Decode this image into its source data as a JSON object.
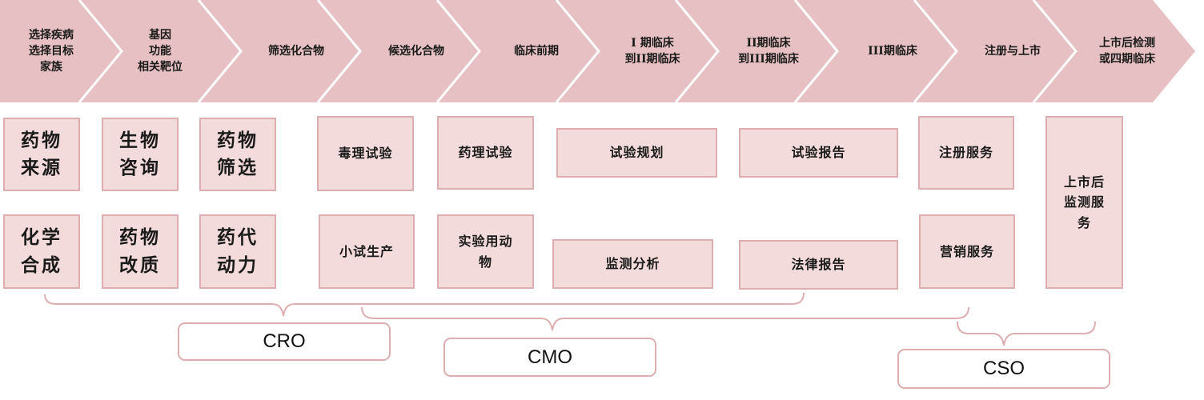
{
  "stages": [
    {
      "label": "选择疾病\n选择目标\n家族"
    },
    {
      "label": "基因\n功能\n相关靶位"
    },
    {
      "label": "筛选化合物"
    },
    {
      "label": "候选化合物"
    },
    {
      "label": "临床前期"
    },
    {
      "label": "I 期临床\n到II期临床"
    },
    {
      "label": "II期临床\n到III期临床"
    },
    {
      "label": "III期临床"
    },
    {
      "label": "注册与上市"
    },
    {
      "label": "上市后检测\n或四期临床"
    }
  ],
  "services": [
    "药物\n来源",
    "生物\n咨询",
    "药物\n筛选",
    "化学\n合成",
    "药物\n改质",
    "药代\n动力",
    "毒理试验",
    "小试生产",
    "药理试验",
    "实验用动\n物",
    "试验规划",
    "监测分析",
    "试验报告",
    "法律报告",
    "注册服务",
    "营销服务",
    "上市后\n监测服\n务"
  ],
  "groups": {
    "cro": "CRO",
    "cmo": "CMO",
    "cso": "CSO"
  },
  "colors": {
    "chevron": "#e6c0c2",
    "box_fill": "#f3dadb",
    "box_border": "#dcaeb0"
  }
}
